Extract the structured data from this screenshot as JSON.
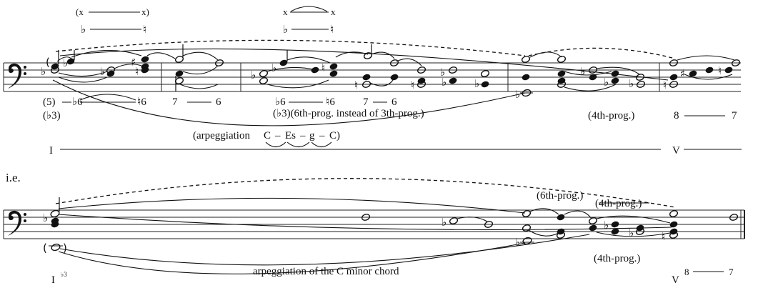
{
  "system1": {
    "markers": {
      "left_group": "(x",
      "left_group_end": "x)",
      "right_group_start": "x",
      "right_group_end": "x",
      "flat_sign": "♭",
      "natural_sign": "♮"
    },
    "figures": {
      "paren5": "(5)",
      "flat6": "♭6",
      "nat6": "♮6",
      "flat3": "(♭3)",
      "fig7a": "7",
      "fig6a": "6",
      "flat6b": "♭6",
      "nat6b": "♮6",
      "fig7b": "7",
      "fig6b": "6",
      "fig8": "8",
      "fig7c": "7"
    },
    "annotations": {
      "sixth_prog": "(♭3)(6th-prog. instead of 3th-prog.)",
      "fourth_prog": "(4th-prog.)",
      "arpeggiation_prefix": "(arpeggiation",
      "arp_c": "C",
      "arp_es": "Es",
      "arp_g": "g",
      "arp_c2": "C)",
      "dash": "–"
    },
    "roman": {
      "I": "I",
      "V": "V"
    }
  },
  "ie_label": "i.e.",
  "system2": {
    "annotations": {
      "sixth_prog": "(6th-prog.)",
      "fourth_prog_top": "(4th-prog.)",
      "fourth_prog_bottom": "(4th-prog.)",
      "arpeggiation": "arpeggiation of the C minor chord"
    },
    "roman": {
      "I": "I",
      "I_sup": "♭3",
      "V": "V"
    },
    "figures": {
      "fig8": "8",
      "fig7": "7"
    }
  },
  "icons": [
    "bass-clef-icon",
    "flat-icon",
    "natural-icon",
    "sharp-icon"
  ]
}
